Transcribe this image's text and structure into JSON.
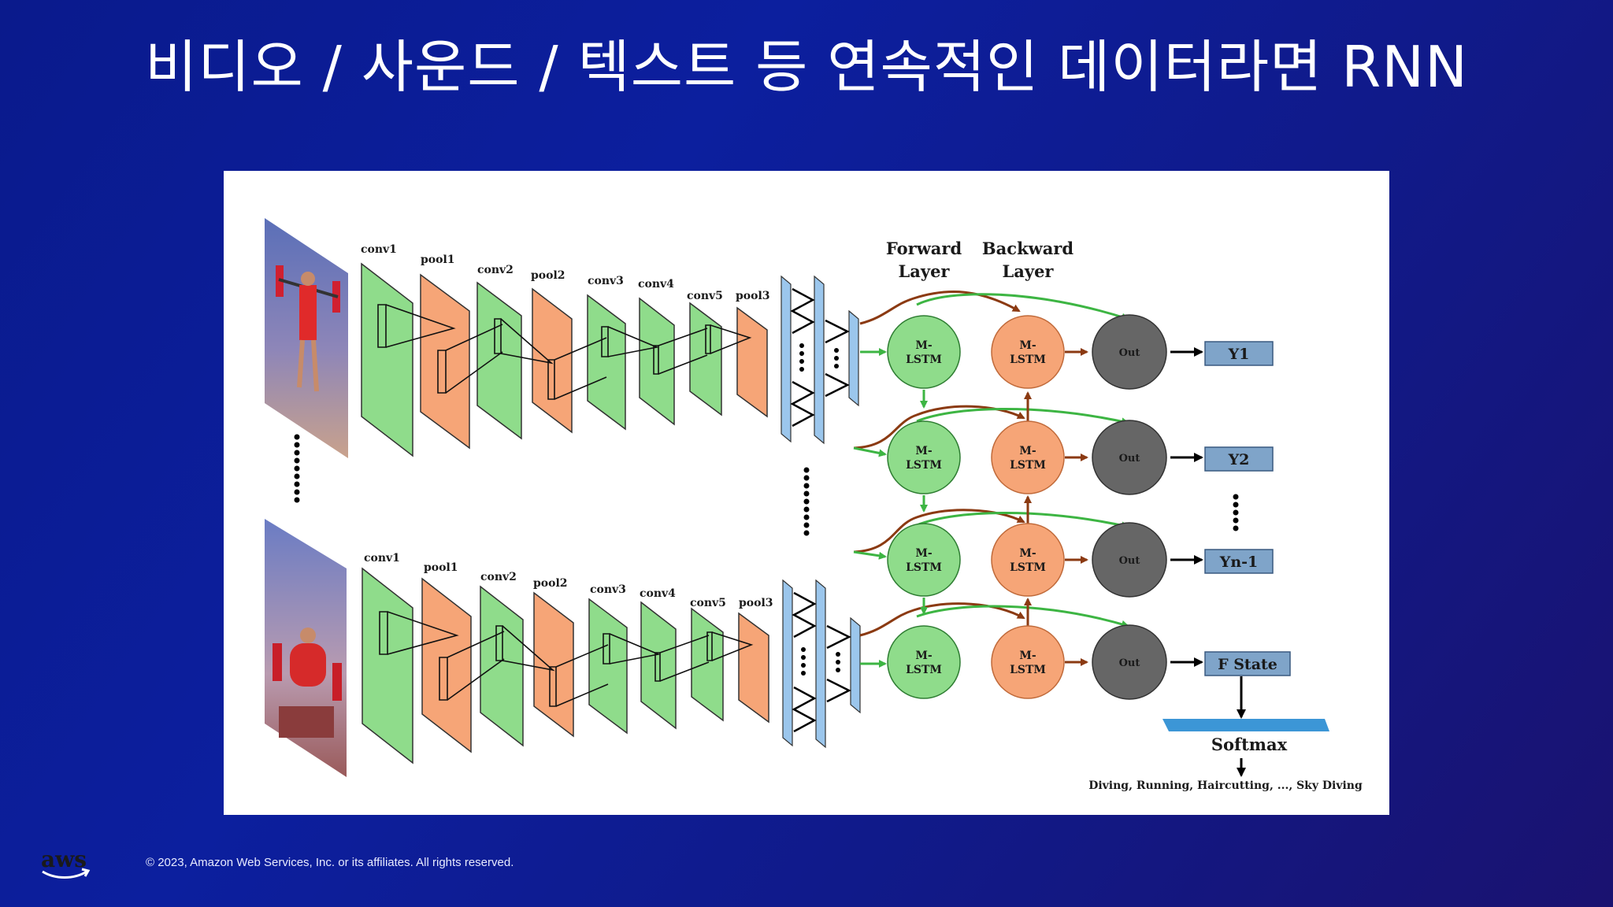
{
  "title": "비디오 / 사운드 / 텍스트 등 연속적인 데이터라면 RNN",
  "diagram": {
    "cnn_layers": [
      "conv1",
      "pool1",
      "conv2",
      "pool2",
      "conv3",
      "conv4",
      "conv5",
      "pool3"
    ],
    "forward_label_1": "Forward",
    "forward_label_2": "Layer",
    "backward_label_1": "Backward",
    "backward_label_2": "Layer",
    "cell_label_1": "M-",
    "cell_label_2": "LSTM",
    "out_label": "Out",
    "outputs": [
      "Y1",
      "Y2",
      "Yn-1",
      "F State"
    ],
    "softmax_label": "Softmax",
    "classes_label": "Diving, Running, Haircutting, ..., Sky Diving",
    "colors": {
      "conv": "#8fdc8b",
      "pool": "#f6a577",
      "fc": "#9bc6ec",
      "forward_cell": "#8fdc8b",
      "backward_cell": "#f6a577",
      "out_cell": "#666666",
      "output_box": "#7fa4c9",
      "softmax": "#3c96d6",
      "green_arrow": "#3db543",
      "brown_arrow": "#8b3a12"
    }
  },
  "footer": {
    "logo_text": "aws",
    "copyright": "© 2023, Amazon Web Services, Inc. or its affiliates. All rights reserved."
  }
}
